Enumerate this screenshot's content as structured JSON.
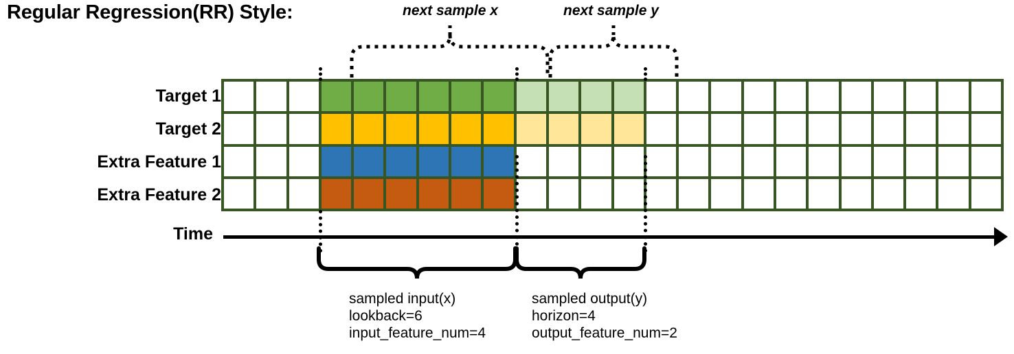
{
  "title": "Regular Regression(RR) Style:",
  "rows": [
    {
      "label": "Target 1",
      "name": "target-1"
    },
    {
      "label": "Target 2",
      "name": "target-2"
    },
    {
      "label": "Extra Feature 1",
      "name": "extra-feature-1"
    },
    {
      "label": "Extra Feature 2",
      "name": "extra-feature-2"
    }
  ],
  "axis": {
    "label": "Time"
  },
  "grid": {
    "columns": 24,
    "rows": 4,
    "border_color": "#375623",
    "fill": [
      [
        "white",
        "white",
        "white",
        "green",
        "green",
        "green",
        "green",
        "green",
        "green",
        "greenlight",
        "greenlight",
        "greenlight",
        "greenlight",
        "white",
        "white",
        "white",
        "white",
        "white",
        "white",
        "white",
        "white",
        "white",
        "white",
        "white"
      ],
      [
        "white",
        "white",
        "white",
        "yellow",
        "yellow",
        "yellow",
        "yellow",
        "yellow",
        "yellow",
        "yellowlight",
        "yellowlight",
        "yellowlight",
        "yellowlight",
        "white",
        "white",
        "white",
        "white",
        "white",
        "white",
        "white",
        "white",
        "white",
        "white",
        "white"
      ],
      [
        "white",
        "white",
        "white",
        "blue",
        "blue",
        "blue",
        "blue",
        "blue",
        "blue",
        "white",
        "white",
        "white",
        "white",
        "white",
        "white",
        "white",
        "white",
        "white",
        "white",
        "white",
        "white",
        "white",
        "white",
        "white"
      ],
      [
        "white",
        "white",
        "white",
        "orange",
        "orange",
        "orange",
        "orange",
        "orange",
        "orange",
        "white",
        "white",
        "white",
        "white",
        "white",
        "white",
        "white",
        "white",
        "white",
        "white",
        "white",
        "white",
        "white",
        "white",
        "white"
      ]
    ]
  },
  "colors": {
    "green": "#70AD47",
    "green_light": "#C5E0B4",
    "yellow": "#FFC000",
    "yellow_light": "#FFE699",
    "blue": "#2E75B6",
    "orange": "#C55A11",
    "grid_border": "#375623",
    "annotation": "#000000"
  },
  "top_annotations": [
    {
      "name": "next-sample-x",
      "label": "next sample x"
    },
    {
      "name": "next-sample-y",
      "label": "next sample y"
    }
  ],
  "bottom_annotations": [
    {
      "name": "sampled-input",
      "lines": [
        "sampled input(x)",
        "lookback=6",
        "input_feature_num=4"
      ]
    },
    {
      "name": "sampled-output",
      "lines": [
        "sampled output(y)",
        "horizon=4",
        "output_feature_num=2"
      ]
    }
  ]
}
